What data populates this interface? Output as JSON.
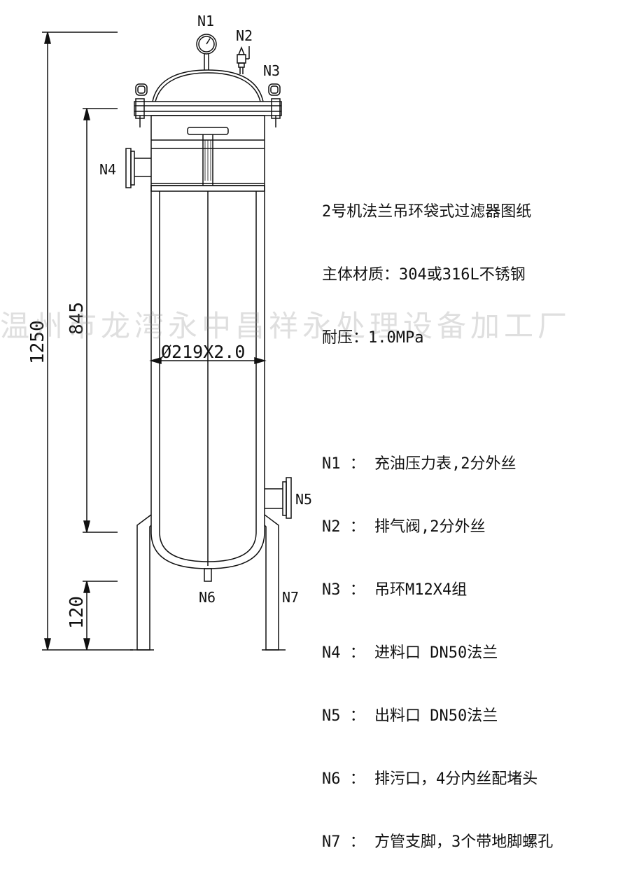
{
  "nozzle_labels": {
    "n1": "N1",
    "n2": "N2",
    "n3": "N3",
    "n4": "N4",
    "n5": "N5",
    "n6": "N6",
    "n7": "N7"
  },
  "dimensions": {
    "overall_height": "1250",
    "body_height": "845",
    "leg_height": "120",
    "shell_diameter": "Ø219X2.0"
  },
  "notes": {
    "title": "2号机法兰吊环袋式过滤器图纸",
    "material": "主体材质：304或316L不锈钢",
    "pressure": "耐压：1.0MPa",
    "items": [
      "N1 ： 充油压力表,2分外丝",
      "N2 ： 排气阀,2分外丝",
      "N3 ： 吊环M12X4组",
      "N4 ： 进料口 DN50法兰",
      "N5 ： 出料口 DN50法兰",
      "N6 ： 排污口，4分内丝配堵头",
      "N7 ： 方管支脚，3个带地脚螺孔"
    ]
  },
  "watermark": "温州市龙湾永中昌祥永处理设备加工厂"
}
